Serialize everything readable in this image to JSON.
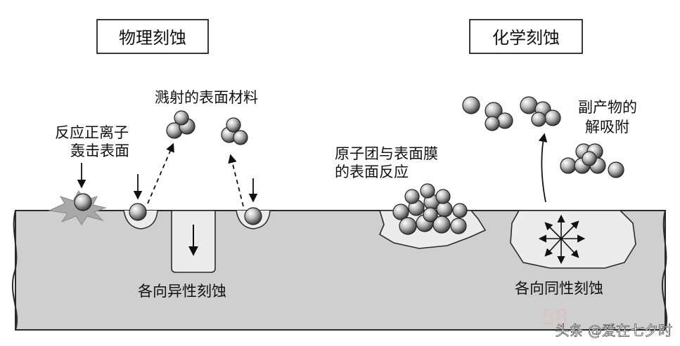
{
  "titles": {
    "physical": "物理刻蚀",
    "chemical": "化学刻蚀"
  },
  "labels": {
    "sputtered_material": "溅射的表面材料",
    "ion_line1": "反应正离子",
    "ion_line2": "轰击表面",
    "cluster_line1": "原子团与表面膜",
    "cluster_line2": "的表面反应",
    "byproduct_line1": "副产物的",
    "byproduct_line2": "解吸附",
    "anisotropic": "各向异性刻蚀",
    "isotropic": "各向同性刻蚀"
  },
  "watermark": "头条 @爱在七夕时",
  "colors": {
    "substrate": "#d0d0d0",
    "substrate_dark": "#a8a8a8",
    "stroke": "#222222",
    "cavity": "#eeeeee"
  }
}
